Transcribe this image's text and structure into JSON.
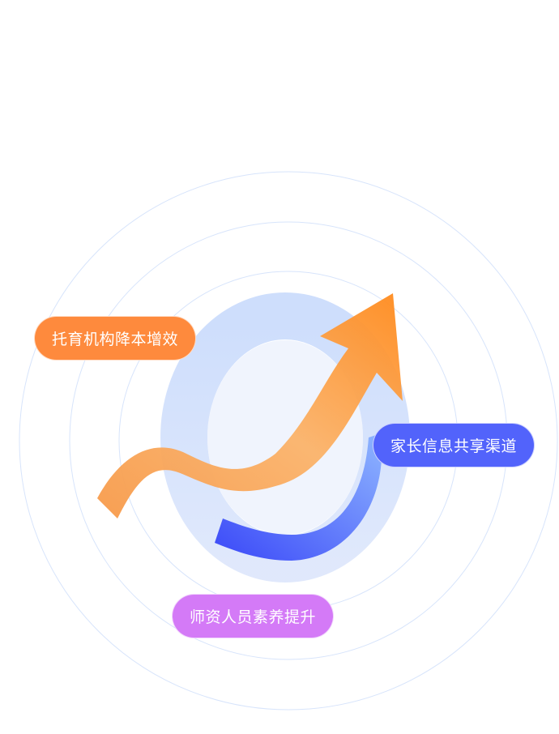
{
  "labels": {
    "cost_efficiency": "托育机构降本增效",
    "parent_info": "家长信息共享渠道",
    "teacher_quality": "师资人员素养提升"
  },
  "colors": {
    "orange": "#fe8a3d",
    "blue": "#5263fb",
    "purple": "#d47af7"
  }
}
